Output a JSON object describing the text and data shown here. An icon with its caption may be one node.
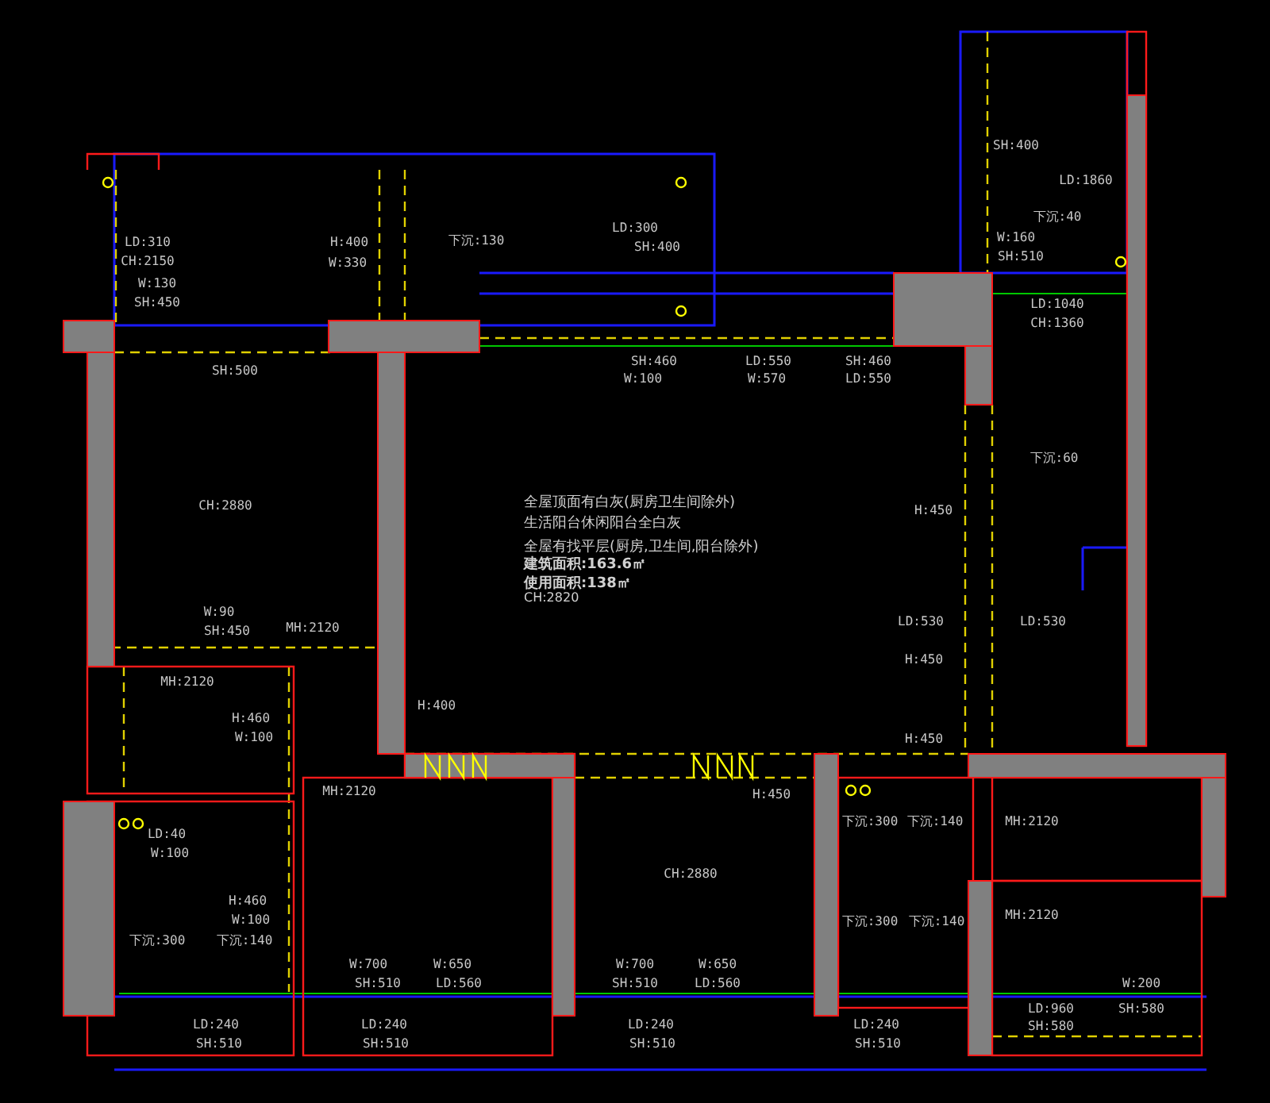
{
  "diagram": {
    "labels": [
      "SH:400",
      "LD:1860",
      "下沉:40",
      "LD:310",
      "H:400",
      "下沉:130",
      "LD:300",
      "SH:400",
      "CH:2150",
      "W:330",
      "W:160",
      "SH:510",
      "W:130",
      "SH:450",
      "LD:1040",
      "CH:1360",
      "SH:460",
      "W:100",
      "LD:550",
      "W:570",
      "SH:460",
      "LD:550",
      "SH:500",
      "下沉:60",
      "CH:2880",
      "全屋顶面有白灰(厨房卫生间除外)",
      "生活阳台休闲阳台全白灰",
      "全屋有找平层(厨房,卫生间,阳台除外)",
      "建筑面积:163.6㎡",
      "使用面积:138㎡",
      "CH:2820",
      "H:450",
      "W:90",
      "SH:450",
      "MH:2120",
      "LD:530",
      "LD:530",
      "H:450",
      "MH:2120",
      "H:400",
      "H:460",
      "W:100",
      "H:450",
      "MH:2120",
      "H:450",
      "下沉:300",
      "下沉:140",
      "MH:2120",
      "LD:40",
      "W:100",
      "CH:2880",
      "H:460",
      "W:100",
      "下沉:300",
      "下沉:140",
      "MH:2120",
      "下沉:300",
      "下沉:140",
      "W:700",
      "W:650",
      "W:700",
      "W:650",
      "SH:510",
      "LD:560",
      "SH:510",
      "LD:560",
      "W:200",
      "LD:960",
      "SH:580",
      "LD:240",
      "LD:240",
      "LD:240",
      "LD:240",
      "SH:580",
      "SH:510",
      "SH:510",
      "SH:510",
      "SH:510"
    ]
  }
}
